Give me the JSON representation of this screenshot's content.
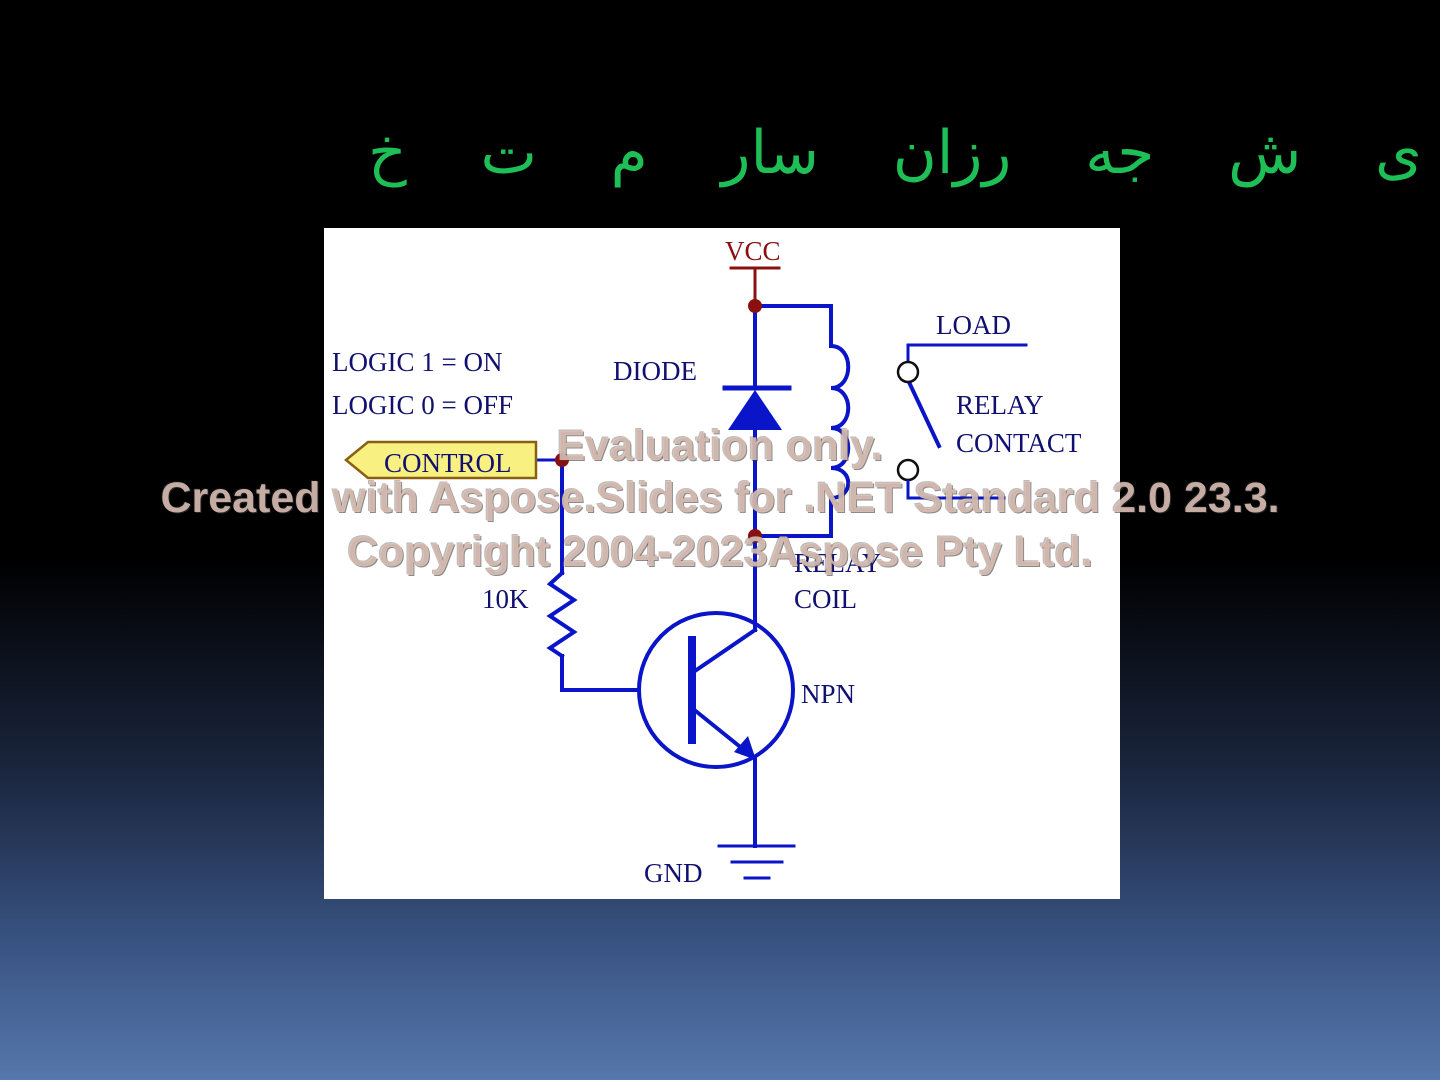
{
  "slide": {
    "title_chars": [
      "ی",
      "ش",
      "جه",
      "رزان",
      "سار",
      "م",
      "ت",
      "خ"
    ]
  },
  "diagram": {
    "labels": {
      "vcc": "VCC",
      "load": "LOAD",
      "logic1": "LOGIC 1 = ON",
      "logic0": "LOGIC 0 = OFF",
      "diode": "DIODE",
      "relay": "RELAY",
      "contact": "CONTACT",
      "control": "CONTROL",
      "relay_coil_1": "RELAY",
      "relay_coil_2": "COIL",
      "resistor": "10K",
      "npn": "NPN",
      "gnd": "GND"
    },
    "colors": {
      "wire": "#0a14c8",
      "node": "#8a1010",
      "label": "#101070",
      "vcc_label": "#8a1010",
      "control_fill": "#f8f080"
    }
  },
  "watermark": {
    "line1": "Evaluation only.",
    "line2": "Created with Aspose.Slides for .NET Standard 2.0 23.3.",
    "line3": "Copyright 2004-2023Aspose Pty Ltd."
  }
}
